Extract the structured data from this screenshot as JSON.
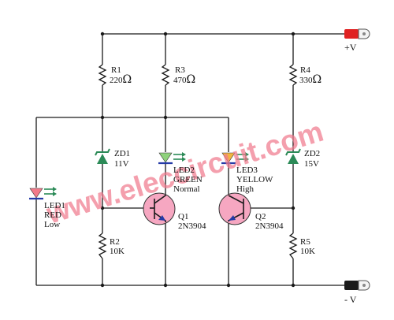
{
  "colors": {
    "wire": "#1a1a1a",
    "zener": "#2b8a57",
    "led_red": "#f27a8a",
    "led_green": "#8fd27c",
    "led_yellow": "#f2b640",
    "transistor": "#f6a7c1",
    "emitter_arrow": "#243aa6",
    "watermark": "#f07a8e",
    "terminal_pos": "#e02222",
    "terminal_neg": "#1a1a1a"
  },
  "watermark": {
    "text": "www.eleccircuit.com"
  },
  "terminals": {
    "positive": {
      "label": "+V"
    },
    "negative": {
      "label": "- V"
    }
  },
  "resistors": [
    {
      "id": "R1",
      "name": "R1",
      "value": "220",
      "unit": "Ω"
    },
    {
      "id": "R3",
      "name": "R3",
      "value": "470",
      "unit": "Ω"
    },
    {
      "id": "R4",
      "name": "R4",
      "value": "330",
      "unit": "Ω"
    },
    {
      "id": "R2",
      "name": "R2",
      "value": "10K",
      "unit": ""
    },
    {
      "id": "R5",
      "name": "R5",
      "value": "10K",
      "unit": ""
    }
  ],
  "zeners": [
    {
      "id": "ZD1",
      "name": "ZD1",
      "value": "11V"
    },
    {
      "id": "ZD2",
      "name": "ZD2",
      "value": "15V"
    }
  ],
  "leds": [
    {
      "id": "LED1",
      "name": "LED1",
      "color_label": "RED",
      "state": "Low"
    },
    {
      "id": "LED2",
      "name": "LED2",
      "color_label": "GREEN",
      "state": "Normal"
    },
    {
      "id": "LED3",
      "name": "LED3",
      "color_label": "YELLOW",
      "state": "High"
    }
  ],
  "transistors": [
    {
      "id": "Q1",
      "name": "Q1",
      "part": "2N3904"
    },
    {
      "id": "Q2",
      "name": "Q2",
      "part": "2N3904"
    }
  ]
}
